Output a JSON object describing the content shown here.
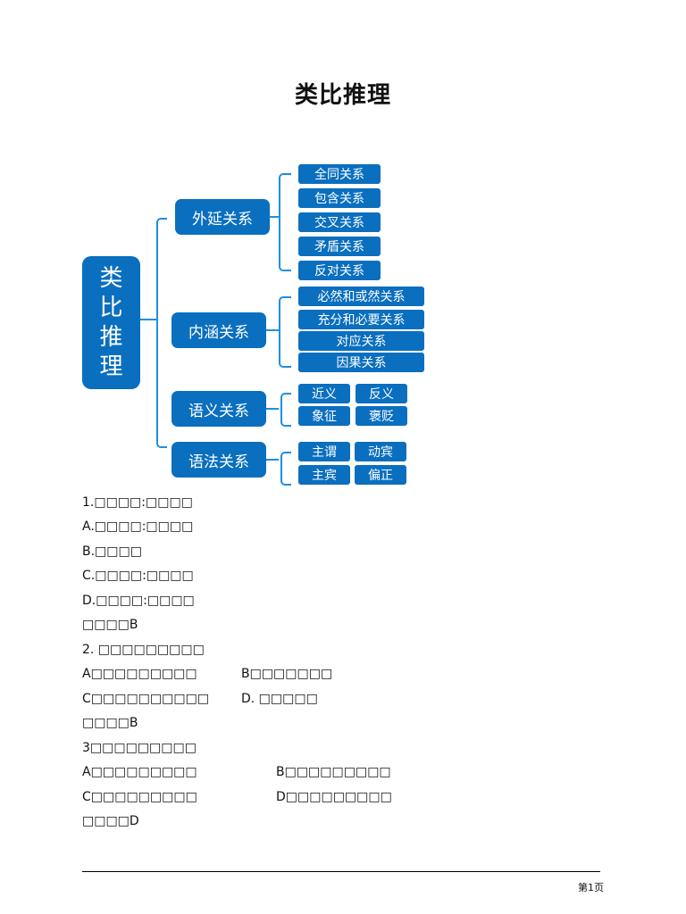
{
  "doc": {
    "title": "类比推理"
  },
  "mindmap": {
    "root": [
      "类",
      "比",
      "推",
      "理"
    ],
    "categories": [
      {
        "label": "外延关系",
        "items": [
          "全同关系",
          "包含关系",
          "交叉关系",
          "矛盾关系",
          "反对关系"
        ]
      },
      {
        "label": "内涵关系",
        "items": [
          "必然和或然关系",
          "充分和必要关系",
          "对应关系",
          "因果关系"
        ]
      },
      {
        "label": "语义关系",
        "items": [
          "近义",
          "反义",
          "象征",
          "褒贬"
        ]
      },
      {
        "label": "语法关系",
        "items": [
          "主谓",
          "动宾",
          "主宾",
          "偏正"
        ]
      }
    ]
  },
  "questions": [
    {
      "stem": "1.□□□□:□□□□",
      "options": [
        "A.□□□□:□□□□",
        "B.□□□□",
        "C.□□□□:□□□□",
        "D.□□□□:□□□□"
      ],
      "answer": "□□□□B"
    },
    {
      "stem": "2. □□□□□□□□□",
      "options": [
        "A□□□□□□□□□",
        "B□□□□□□□",
        "C□□□□□□□□□□",
        "D. □□□□□"
      ],
      "answer": "□□□□B"
    },
    {
      "stem": "3□□□□□□□□□",
      "options": [
        "A□□□□□□□□□",
        "B□□□□□□□□□",
        "C□□□□□□□□□",
        "D□□□□□□□□□"
      ],
      "answer": "□□□□D"
    }
  ],
  "footer": {
    "page": "第1页"
  }
}
